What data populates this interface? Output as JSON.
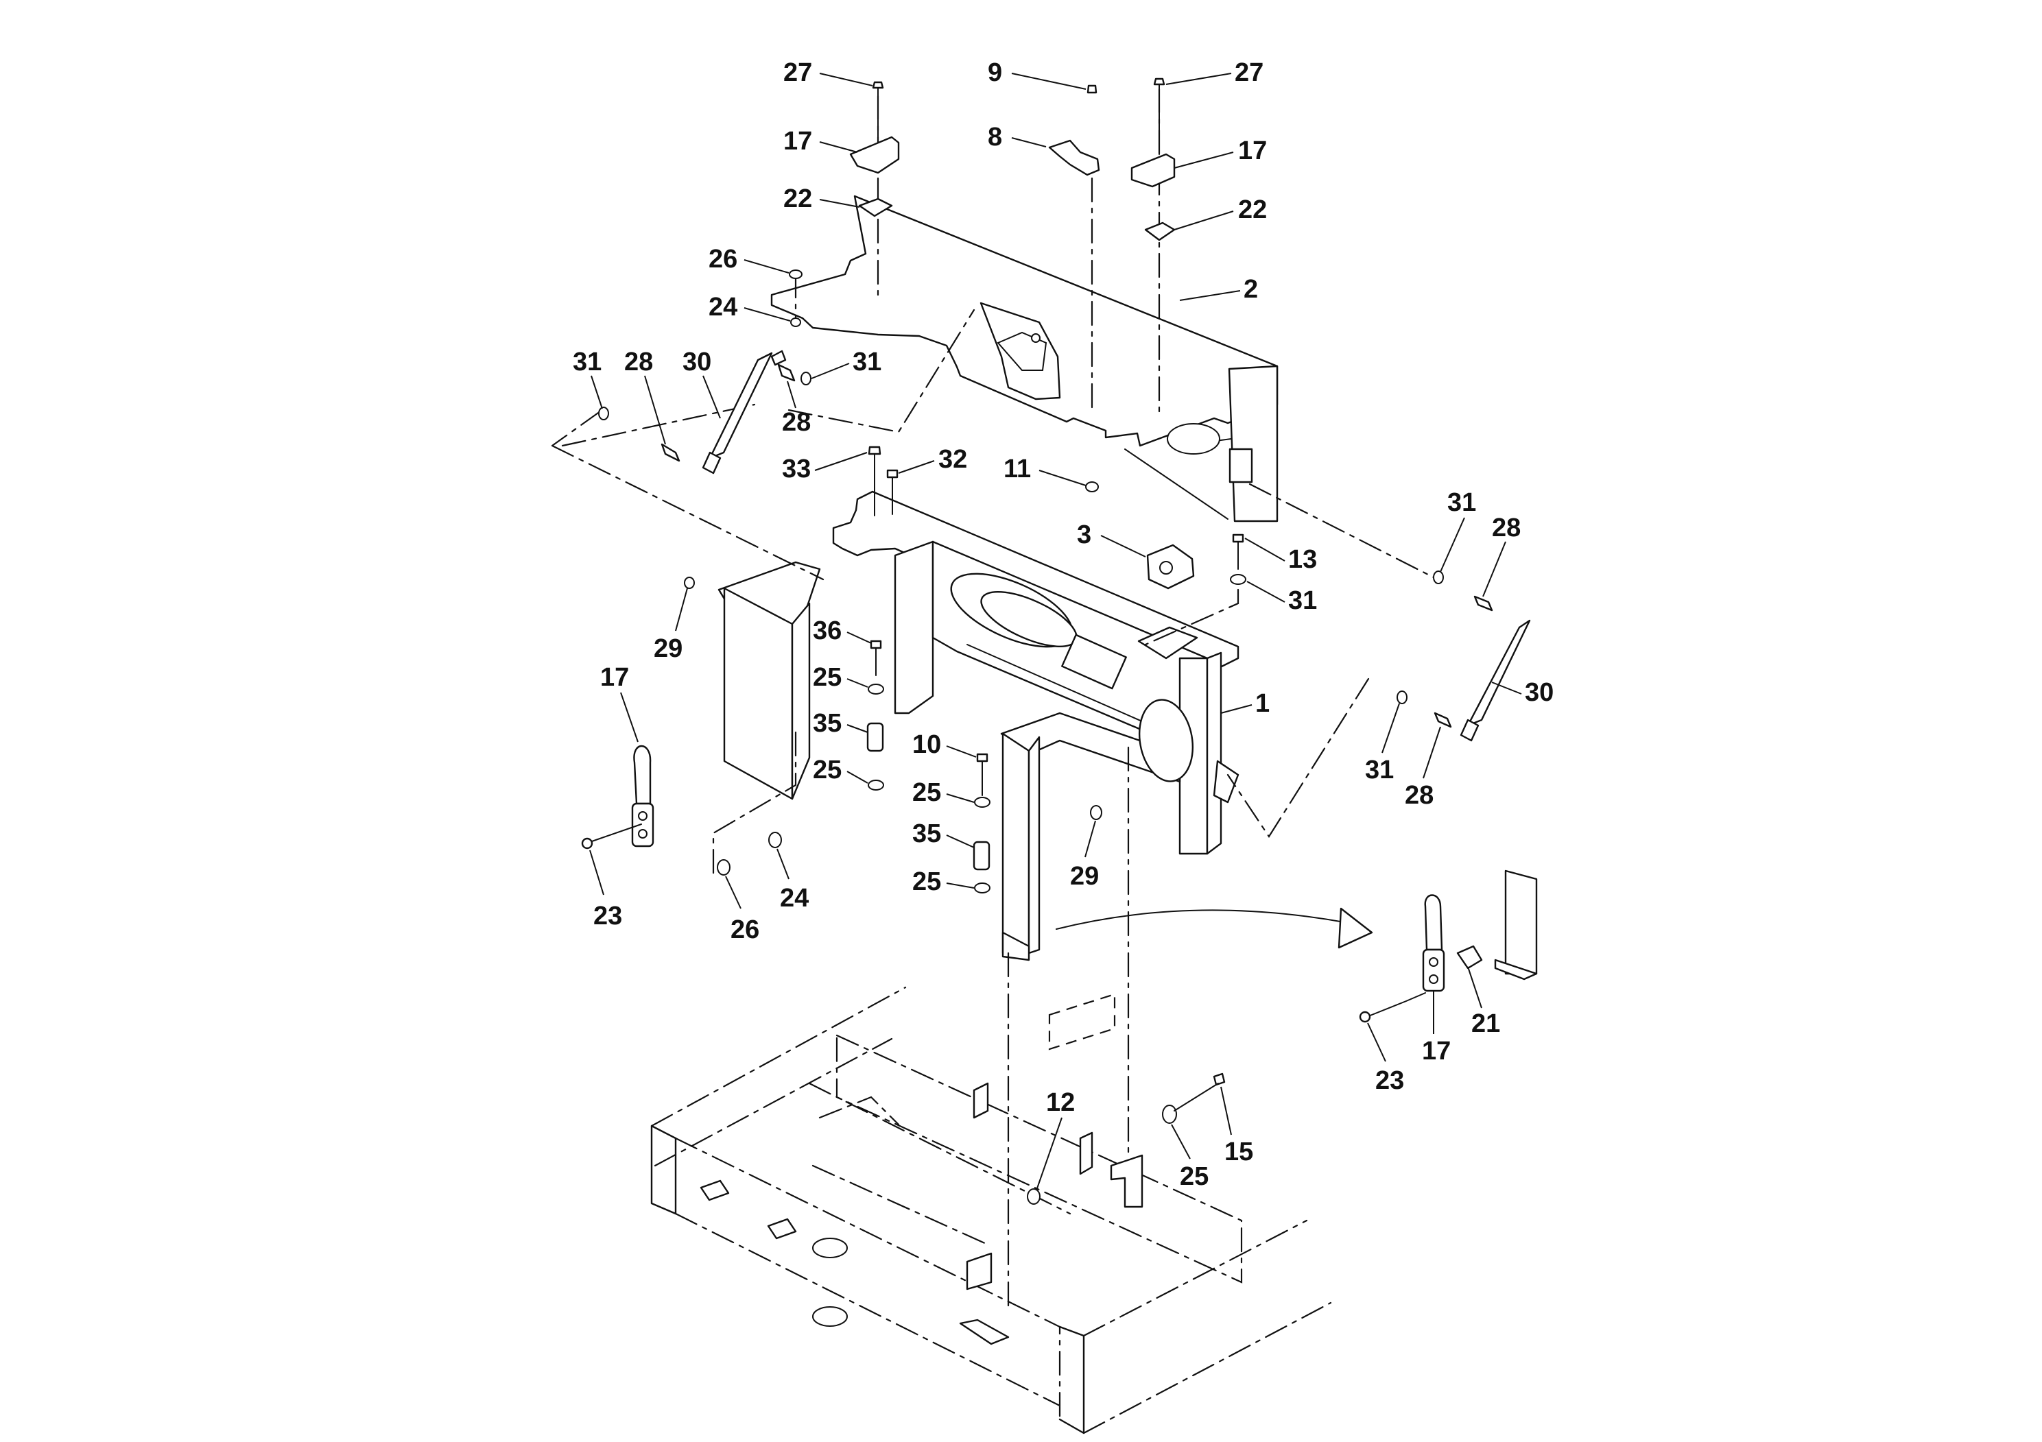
{
  "diagram": {
    "callouts": [
      {
        "label": "27"
      },
      {
        "label": "9"
      },
      {
        "label": "27"
      },
      {
        "label": "17"
      },
      {
        "label": "8"
      },
      {
        "label": "17"
      },
      {
        "label": "22"
      },
      {
        "label": "22"
      },
      {
        "label": "26"
      },
      {
        "label": "2"
      },
      {
        "label": "24"
      },
      {
        "label": "31"
      },
      {
        "label": "28"
      },
      {
        "label": "30"
      },
      {
        "label": "31"
      },
      {
        "label": "28"
      },
      {
        "label": "33"
      },
      {
        "label": "32"
      },
      {
        "label": "11"
      },
      {
        "label": "31"
      },
      {
        "label": "28"
      },
      {
        "label": "3"
      },
      {
        "label": "13"
      },
      {
        "label": "31"
      },
      {
        "label": "29"
      },
      {
        "label": "36"
      },
      {
        "label": "25"
      },
      {
        "label": "35"
      },
      {
        "label": "25"
      },
      {
        "label": "1"
      },
      {
        "label": "30"
      },
      {
        "label": "17"
      },
      {
        "label": "10"
      },
      {
        "label": "25"
      },
      {
        "label": "35"
      },
      {
        "label": "25"
      },
      {
        "label": "31"
      },
      {
        "label": "28"
      },
      {
        "label": "23"
      },
      {
        "label": "26"
      },
      {
        "label": "24"
      },
      {
        "label": "29"
      },
      {
        "label": "21"
      },
      {
        "label": "23"
      },
      {
        "label": "17"
      },
      {
        "label": "12"
      },
      {
        "label": "25"
      },
      {
        "label": "15"
      }
    ]
  }
}
